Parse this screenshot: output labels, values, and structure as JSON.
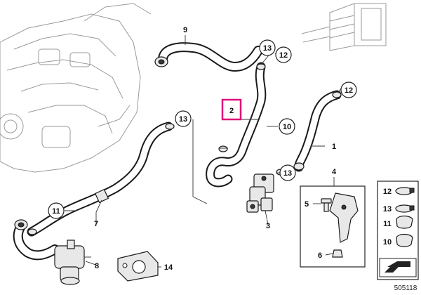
{
  "callouts": {
    "c1": "1",
    "c2": "2",
    "c3": "3",
    "c4": "4",
    "c5": "5",
    "c6": "6",
    "c7": "7",
    "c8": "8",
    "c9": "9",
    "c10": "10",
    "c11": "11",
    "c12a": "12",
    "c12b": "12",
    "c13a": "13",
    "c13b": "13",
    "c13c": "13",
    "c14": "14"
  },
  "legend": {
    "row12": "12",
    "row13": "13",
    "row11": "11",
    "row10": "10"
  },
  "highlight_color": "#e0107a",
  "diagram_id": "505118"
}
